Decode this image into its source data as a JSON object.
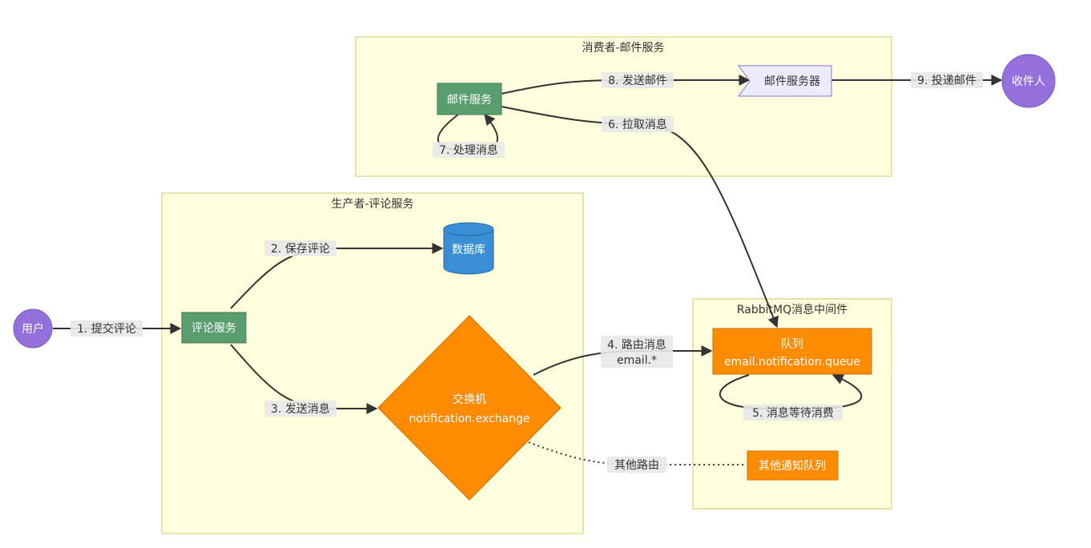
{
  "clusters": {
    "consumer": "消费者-邮件服务",
    "producer": "生产者-评论服务",
    "rabbitmq": "RabbitMQ消息中间件"
  },
  "nodes": {
    "user": "用户",
    "comment_service": "评论服务",
    "database": "数据库",
    "exchange_line1": "交换机",
    "exchange_line2": "notification.exchange",
    "queue_line1": "队列",
    "queue_line2": "email.notification.queue",
    "other_queue": "其他通知队列",
    "mail_service": "邮件服务",
    "mail_server": "邮件服务器",
    "recipient": "收件人"
  },
  "edges": {
    "e1": "1. 提交评论",
    "e2": "2. 保存评论",
    "e3": "3. 发送消息",
    "e4_line1": "4. 路由消息",
    "e4_line2": "email.*",
    "e5": "5. 消息等待消费",
    "e6": "6. 拉取消息",
    "e7": "7. 处理消息",
    "e8": "8. 发送邮件",
    "e9": "9. 投递邮件",
    "e_other": "其他路由"
  },
  "colors": {
    "cluster_fill": "#ffffde",
    "cluster_border": "#c8c86a",
    "user_node": "#9370DB",
    "service_node": "#5a9e6f",
    "database_node": "#3a8ed6",
    "exchange_node": "#ff8c00",
    "queue_node": "#ff8c00",
    "mail_server_node": "#ececff"
  }
}
